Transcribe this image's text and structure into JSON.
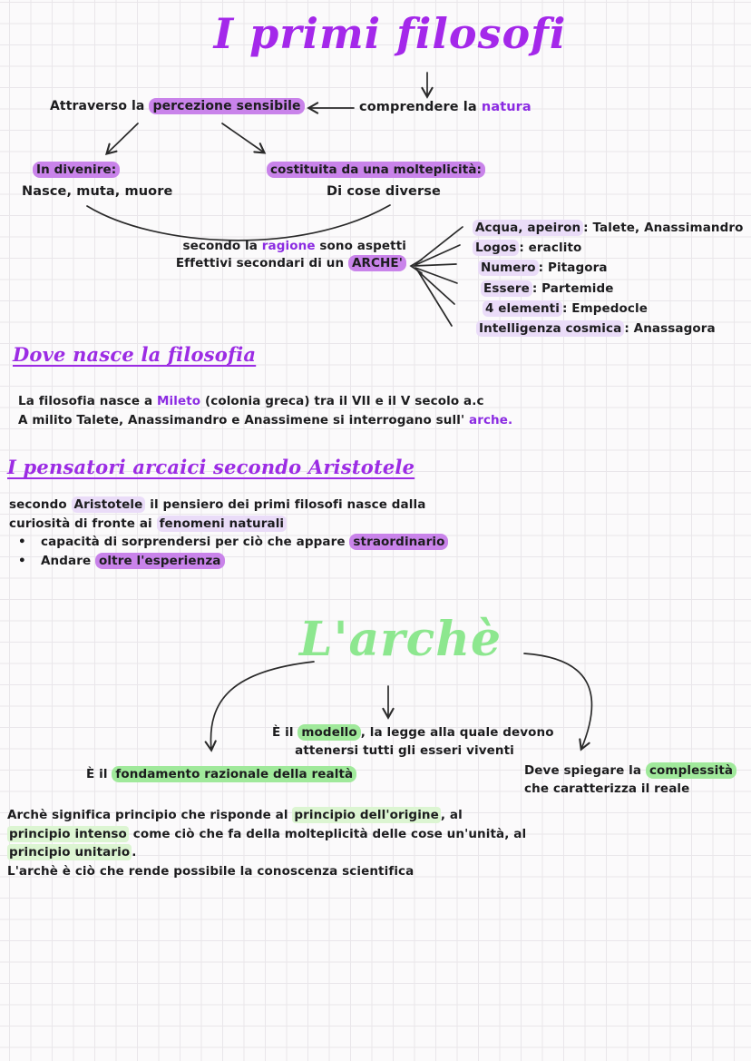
{
  "colors": {
    "title_purple": "#a428ea",
    "accent_purple": "#8b2be2",
    "highlight_purple": "#c983ea",
    "highlight_purple_light": "#eadcf8",
    "title_green": "#8de78f",
    "highlight_green": "#a0e99b",
    "highlight_green_light": "#dcf5d2",
    "ink": "#1c1c1e"
  },
  "top_map": {
    "title": "I primi filosofi",
    "comprendere": {
      "pre": "comprendere la ",
      "accent": "natura"
    },
    "percezione": {
      "pre": "Attraverso la ",
      "highlight": "percezione sensibile"
    },
    "divenire": {
      "head": "In divenire:",
      "body": "Nasce, muta, muore"
    },
    "molteplicita": {
      "head": "costituita da una molteplicità:",
      "body": "Di cose diverse"
    },
    "ragione": {
      "l1_pre": "secondo la ",
      "l1_accent": "ragione",
      "l1_post": " sono aspetti",
      "l2_pre": "Effettivi secondari di un ",
      "l2_highlight": "ARCHE'"
    },
    "arche_list": [
      {
        "term": "Acqua, apeiron",
        "rest": ": Talete, Anassimandro"
      },
      {
        "term": "Logos",
        "rest": ": eraclito"
      },
      {
        "term": "Numero",
        "rest": ": Pitagora"
      },
      {
        "term": "Essere",
        "rest": ": Partemide"
      },
      {
        "term": "4 elementi",
        "rest": ": Empedocle"
      },
      {
        "term": "Intelligenza cosmica",
        "rest": ": Anassagora"
      }
    ]
  },
  "dove_section": {
    "heading": "Dove nasce la filosofia",
    "line1": {
      "pre": "La filosofia nasce a ",
      "accent": "Mileto",
      "post": " (colonia greca) tra il VII e il V secolo a.c"
    },
    "line2": {
      "pre": "A milito Talete, Anassimandro e Anassimene si interrogano sull' ",
      "accent": "arche."
    }
  },
  "pensatori_section": {
    "heading": "I pensatori arcaici secondo Aristotele",
    "line1": {
      "pre": "secondo ",
      "highlight": "Aristotele",
      "post": " il pensiero dei primi filosofi nasce dalla"
    },
    "line2": {
      "pre": "curiosità di fronte ai ",
      "highlight": "fenomeni naturali"
    },
    "bullet_char": "•",
    "bullet1": {
      "pre": "capacità di sorprendersi per ciò che appare ",
      "highlight": "straordinario"
    },
    "bullet2": {
      "pre": "Andare ",
      "highlight": "oltre l'esperienza"
    }
  },
  "arche_map": {
    "title": "L'archè",
    "modello": {
      "pre": "È il ",
      "highlight": "modello",
      "post": ", la legge alla quale devono",
      "line2": "attenersi tutti gli esseri viventi"
    },
    "fondamento": {
      "pre": "È il ",
      "highlight": "fondamento razionale della realtà"
    },
    "complessita": {
      "pre": "Deve spiegare la ",
      "highlight": "complessità",
      "line2": "che caratterizza il reale"
    },
    "paragraph": {
      "l1_pre": "Archè significa principio che risponde al ",
      "l1_hl": "principio dell'origine",
      "l1_post": ", al",
      "l2_hl": "principio intenso",
      "l2_post": " come ciò che fa della molteplicità delle cose un'unità, al",
      "l3_hl": "principio unitario",
      "l3_post": ".",
      "l4": "L'archè è ciò che rende possibile la conoscenza scientifica"
    }
  }
}
